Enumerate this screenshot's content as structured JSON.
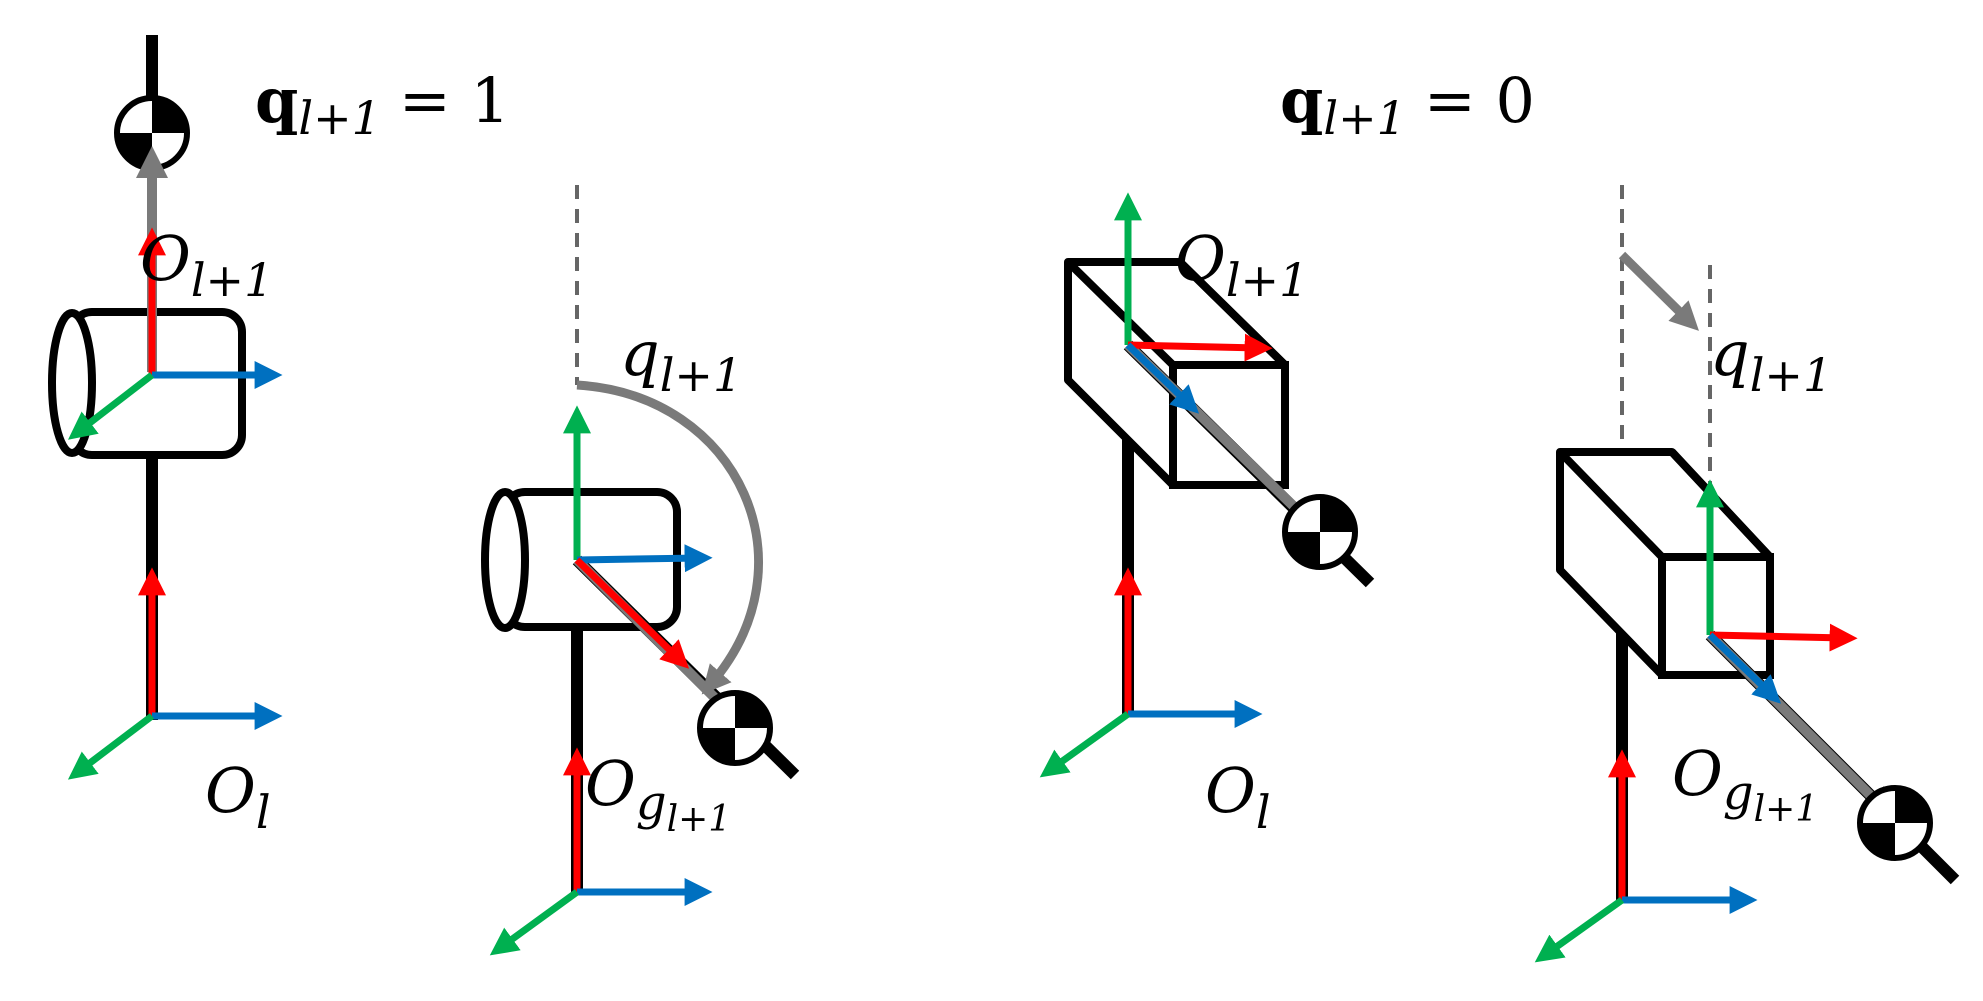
{
  "colors": {
    "red": "#ff0000",
    "green": "#00b050",
    "blue": "#0070c0",
    "gray": "#7a7a7a",
    "dashed": "#666666",
    "black": "#000000"
  },
  "panels": {
    "revolute": {
      "heading": {
        "bold_var": "q",
        "subscript": "l+1",
        "rhs": "= 1"
      },
      "frame_top": {
        "var": "O",
        "sub": "l+1"
      },
      "frame_base": {
        "var": "O",
        "sub": "l"
      },
      "joint_angle": {
        "var": "q",
        "sub": "l+1"
      },
      "goal_frame": {
        "var": "O",
        "sub_var": "g",
        "sub_sub": "l+1"
      }
    },
    "prismatic": {
      "heading": {
        "bold_var": "q",
        "subscript": "l+1",
        "rhs": "= 0"
      },
      "frame_top": {
        "var": "O",
        "sub": "l+1"
      },
      "frame_base": {
        "var": "O",
        "sub": "l"
      },
      "joint_offset": {
        "var": "q",
        "sub": "l+1"
      },
      "goal_frame": {
        "var": "O",
        "sub_var": "g",
        "sub_sub": "l+1"
      }
    }
  }
}
